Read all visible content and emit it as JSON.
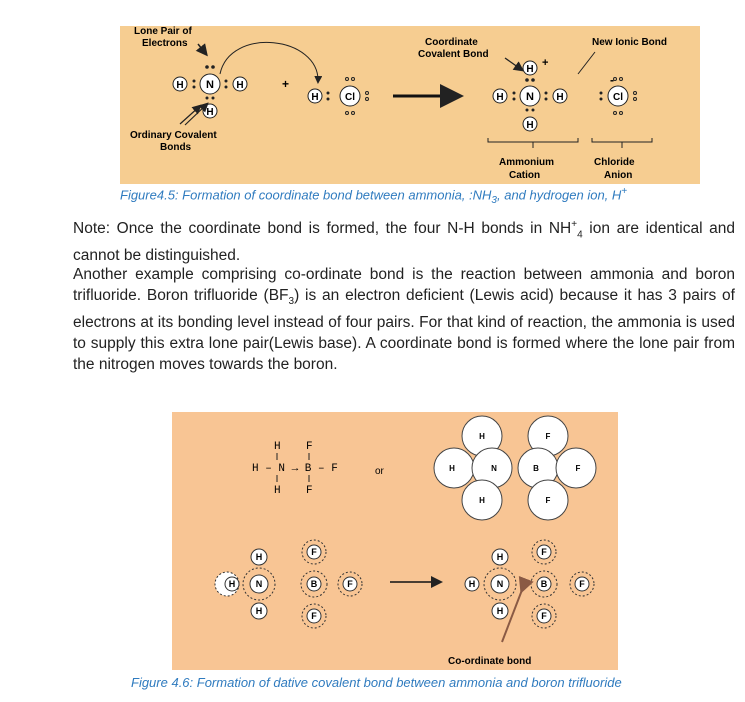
{
  "figure1": {
    "label_lone_pair": "Lone Pair of",
    "label_lone_pair2": "Electrons",
    "label_coord_bond": "Coordinate",
    "label_coord_bond2": "Covalent Bond",
    "label_new_ionic": "New Ionic Bond",
    "label_ordinary": "Ordinary Covalent",
    "label_ordinary2": "Bonds",
    "label_ammonium": "Ammonium",
    "label_cation": "Cation",
    "label_chloride": "Chloride",
    "label_anion": "Anion",
    "atom_h": "H",
    "atom_n": "N",
    "atom_cl": "Cl",
    "plus": "+",
    "minus": "-",
    "caption_a": "Figure4.5: Formation of coordinate bond between ammonia, :NH",
    "caption_sub": "3",
    "caption_b": ", and hydrogen ion, H",
    "caption_sup": "+"
  },
  "note": {
    "text_a": "Note: Once the coordinate bond is formed, the four N-H bonds in NH",
    "sub": "4",
    "sup": "+",
    "text_b": " ion are identical and cannot be distinguished."
  },
  "paragraph": {
    "text_a": "Another example comprising co-ordinate bond is the reaction between ammonia and boron trifluoride. Boron trifluoride (BF",
    "sub": "3",
    "text_b": ") is an electron deficient (Lewis acid) because it has 3 pairs of electrons at its bonding level instead of four pairs. For that kind of reaction, the ammonia is used to supply this extra lone pair(Lewis base). A coordinate bond is formed where the lone pair from the nitrogen moves towards the boron."
  },
  "figure2": {
    "struct_row1": "H    F",
    "struct_row2": "H – N → B – F",
    "struct_row3": "H    F",
    "or": "or",
    "atom_h": "H",
    "atom_n": "N",
    "atom_b": "B",
    "atom_f": "F",
    "label_coordinate": "Co-ordinate bond",
    "caption": "Figure 4.6: Formation of dative covalent bond between ammonia and boron trifluoride"
  }
}
